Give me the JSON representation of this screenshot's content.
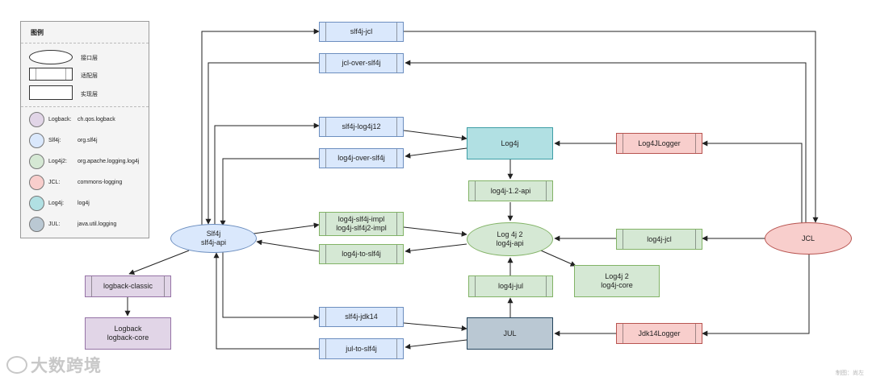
{
  "legend": {
    "title": "图例",
    "shapes": [
      {
        "label": "接口层"
      },
      {
        "label": "适配层"
      },
      {
        "label": "实现层"
      }
    ],
    "colors": [
      {
        "name": "Logback:",
        "value": "ch.qos.logback",
        "color": "#e1d5e7"
      },
      {
        "name": "Slf4j:",
        "value": "org.slf4j",
        "color": "#dae8fc"
      },
      {
        "name": "Log4j2:",
        "value": "org.apache.logging.log4j",
        "color": "#d5e8d4"
      },
      {
        "name": "JCL:",
        "value": "commons-logging",
        "color": "#f8cecc"
      },
      {
        "name": "Log4j:",
        "value": "log4j",
        "color": "#b1e0e3"
      },
      {
        "name": "JUL:",
        "value": "java.util.logging",
        "color": "#bac8d3"
      }
    ]
  },
  "nodes": {
    "slf4j_jcl": "slf4j-jcl",
    "jcl_over_slf4j": "jcl-over-slf4j",
    "slf4j_log4j12": "slf4j-log4j12",
    "log4j_over_slf4j": "log4j-over-slf4j",
    "log4j": "Log4j",
    "log4jlogger": "Log4JLogger",
    "log4j_12_api": "log4j-1.2-api",
    "log4j_slf4j_impl": [
      "log4j-slf4j-impl",
      "log4j-slf4j2-impl"
    ],
    "log4j_to_slf4j": "log4j-to-slf4j",
    "log4j2_api": [
      "Log 4j 2",
      "log4j-api"
    ],
    "log4j_jcl": "log4j-jcl",
    "jcl": "JCL",
    "log4j2_core": [
      "Log4j 2",
      "log4j-core"
    ],
    "slf4j_api": [
      "Slf4j",
      "slf4j-api"
    ],
    "logback_classic": "logback-classic",
    "logback_core": [
      "Logback",
      "logback-core"
    ],
    "log4j_jul": "log4j-jul",
    "slf4j_jdk14": "slf4j-jdk14",
    "jul_to_slf4j": "jul-to-slf4j",
    "jul": "JUL",
    "jdk14logger": "Jdk14Logger"
  },
  "watermark": "大数跨境",
  "credit": "制图：尚左"
}
